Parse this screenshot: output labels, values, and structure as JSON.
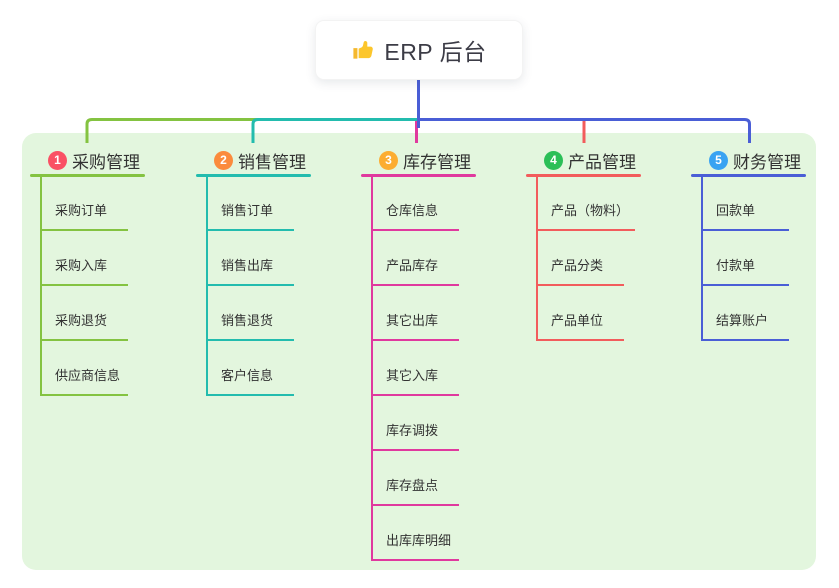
{
  "root": {
    "title": "ERP 后台",
    "icon": "thumbs-up-icon",
    "line_color": "#4a5ed6",
    "icon_main_color": "#fcc62c",
    "icon_cuff_color": "#f5b82e"
  },
  "panel_color": "#e3f6de",
  "text_color": "#333333",
  "branches": [
    {
      "num": "1",
      "label": "采购管理",
      "badge_color": "#fa5064",
      "line_color": "#84c341",
      "children": [
        "采购订单",
        "采购入库",
        "采购退货",
        "供应商信息"
      ]
    },
    {
      "num": "2",
      "label": "销售管理",
      "badge_color": "#fb8b3c",
      "line_color": "#23bcae",
      "children": [
        "销售订单",
        "销售出库",
        "销售退货",
        "客户信息"
      ]
    },
    {
      "num": "3",
      "label": "库存管理",
      "badge_color": "#fcad31",
      "line_color": "#e0399e",
      "children": [
        "仓库信息",
        "产品库存",
        "其它出库",
        "其它入库",
        "库存调拨",
        "库存盘点",
        "出库库明细"
      ]
    },
    {
      "num": "4",
      "label": "产品管理",
      "badge_color": "#2bbf57",
      "line_color": "#f25c5c",
      "children": [
        "产品（物料）",
        "产品分类",
        "产品单位"
      ]
    },
    {
      "num": "5",
      "label": "财务管理",
      "badge_color": "#39a3f2",
      "line_color": "#4a5ed6",
      "children": [
        "回款单",
        "付款单",
        "结算账户"
      ]
    }
  ]
}
